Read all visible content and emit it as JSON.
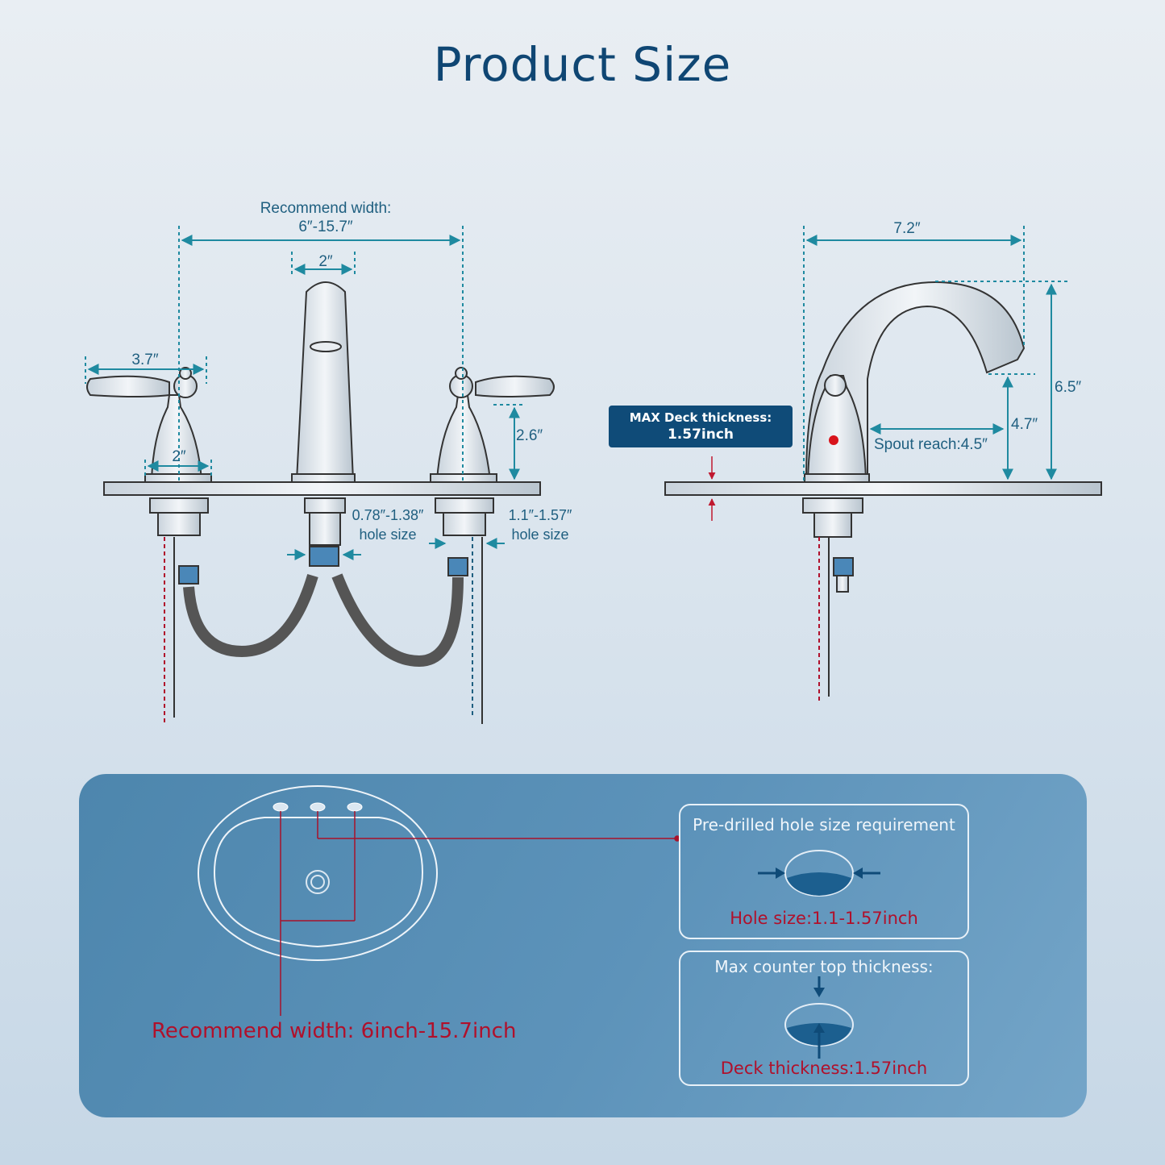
{
  "title": "Product Size",
  "front_view": {
    "recommend_width_label": "Recommend width:",
    "recommend_width_value": "6″-15.7″",
    "spout_width": "2″",
    "handle_length": "3.7″",
    "handle_base_width": "2″",
    "handle_height": "2.6″",
    "center_hole_range": "0.78″-1.38″",
    "center_hole_label": "hole size",
    "side_hole_range": "1.1″-1.57″",
    "side_hole_label": "hole size"
  },
  "side_view": {
    "depth": "7.2″",
    "total_height": "6.5″",
    "spout_height": "4.7″",
    "spout_reach": "Spout reach:4.5″",
    "deck_badge_line1": "MAX Deck thickness:",
    "deck_badge_line2": "1.57inch"
  },
  "requirements": {
    "recommend_width": "Recommend width: 6inch-15.7inch",
    "hole_box_title": "Pre-drilled hole size requirement",
    "hole_size": "Hole size:1.1-1.57inch",
    "thickness_box_title": "Max counter top thickness:",
    "deck_thickness": "Deck thickness:1.57inch"
  },
  "colors": {
    "accent_dim": "#1f8aa0",
    "title": "#0f4673",
    "red": "#b0102b",
    "panel": "#5d93ba"
  }
}
